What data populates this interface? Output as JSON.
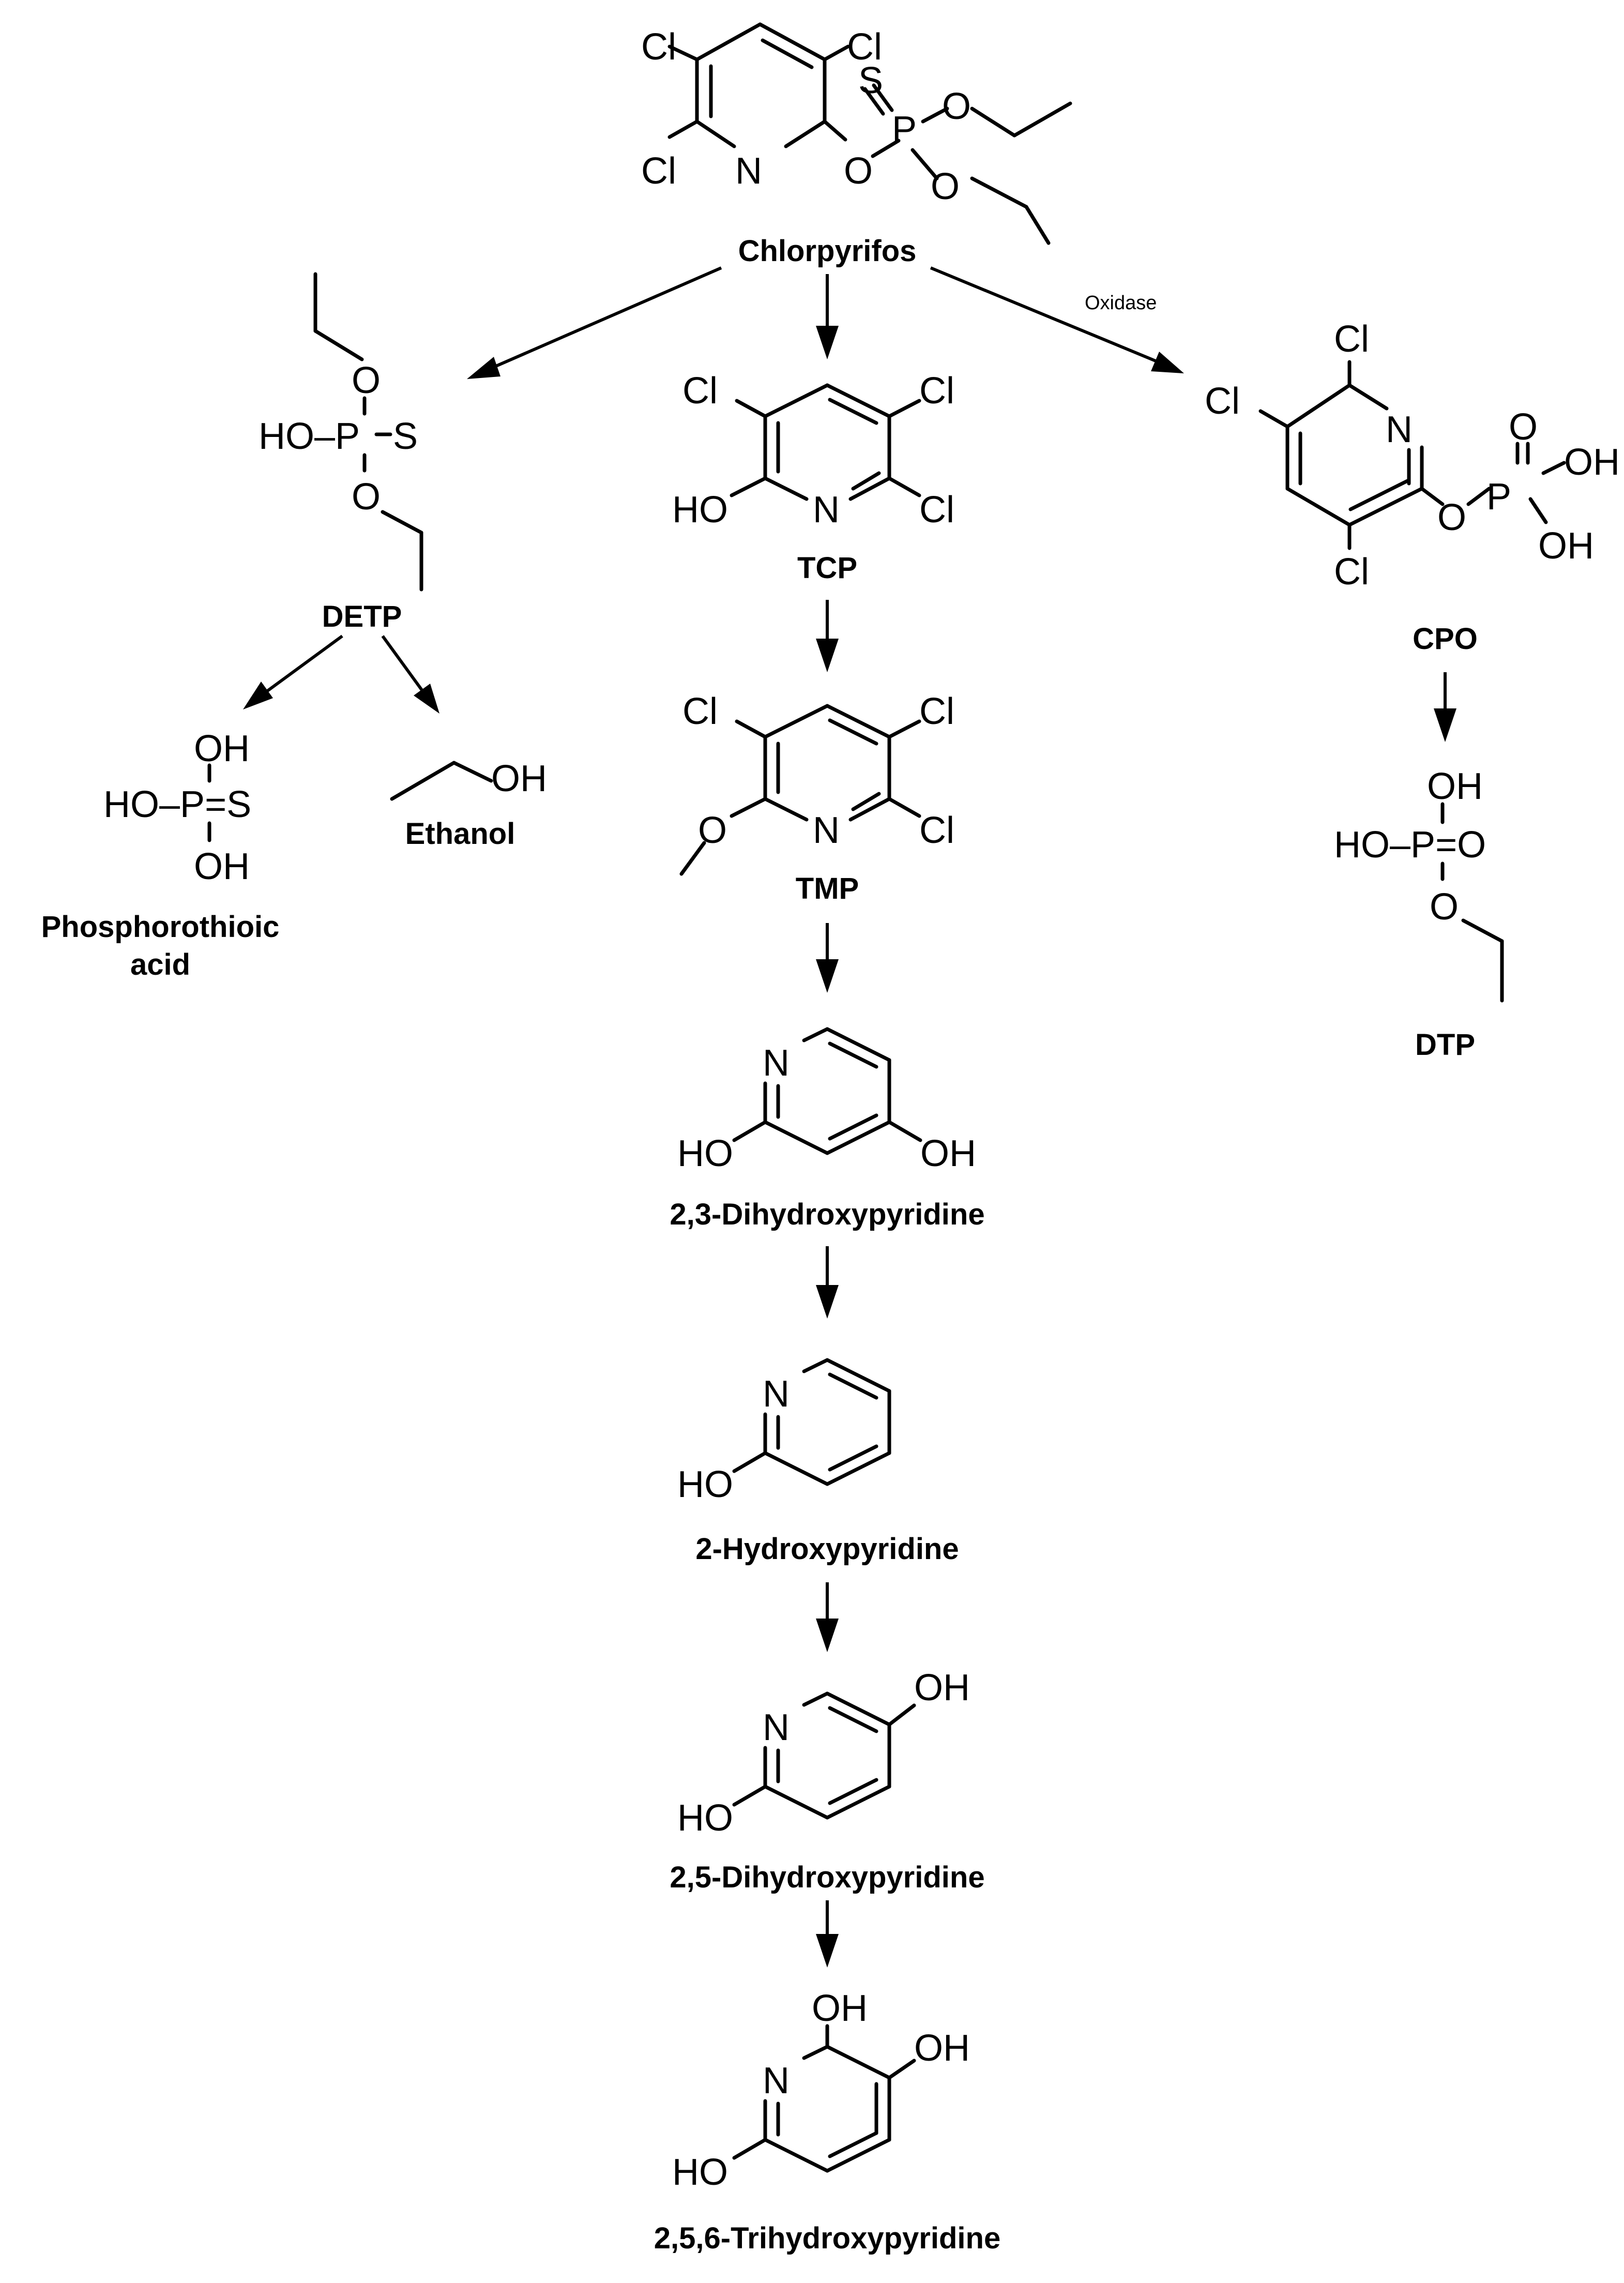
{
  "compounds": {
    "chlorpyrifos": "Chlorpyrifos",
    "tcp": "TCP",
    "tmp": "TMP",
    "detp": "DETP",
    "phosphorothioic_line1": "Phosphorothioic",
    "phosphorothioic_line2": "acid",
    "ethanol": "Ethanol",
    "cpo": "CPO",
    "dtp": "DTP",
    "dihydroxypyridine_23": "2,3-Dihydroxypyridine",
    "hydroxypyridine_2": "2-Hydroxypyridine",
    "dihydroxypyridine_25": "2,5-Dihydroxypyridine",
    "trihydroxypyridine_256": "2,5,6-Trihydroxypyridine"
  },
  "reactions": {
    "oxidase": "Oxidase"
  },
  "atoms": {
    "cl": "Cl",
    "n": "N",
    "o": "O",
    "s": "S",
    "p": "P",
    "oh": "OH",
    "ho": "HO",
    "ho_p": "HO–P",
    "ho_p_s": "HO–P=S",
    "ho_p_o": "HO–P=O"
  }
}
